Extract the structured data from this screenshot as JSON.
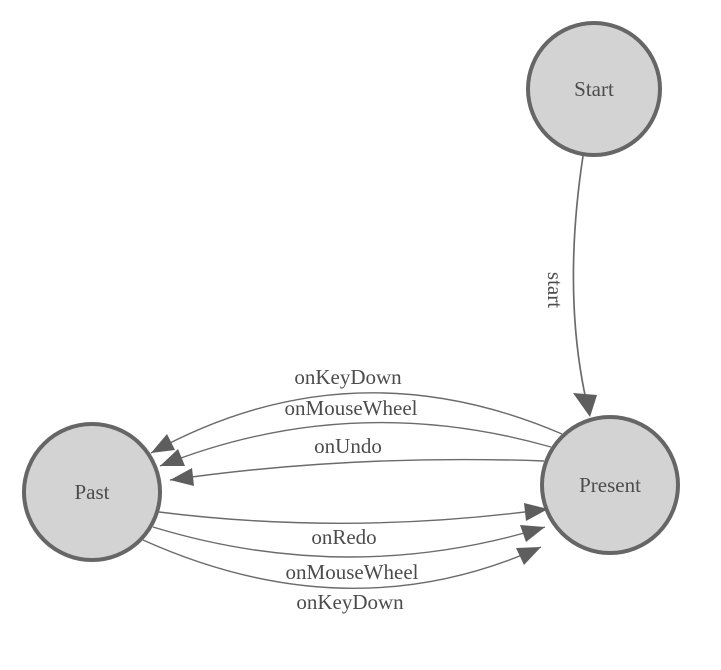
{
  "diagram": {
    "type": "finite-state-machine",
    "nodes": [
      {
        "id": "start",
        "label": "Start"
      },
      {
        "id": "present",
        "label": "Present"
      },
      {
        "id": "past",
        "label": "Past"
      }
    ],
    "edges": [
      {
        "from": "start",
        "to": "present",
        "label": "start"
      },
      {
        "from": "present",
        "to": "past",
        "label": "onKeyDown"
      },
      {
        "from": "present",
        "to": "past",
        "label": "onMouseWheel"
      },
      {
        "from": "present",
        "to": "past",
        "label": "onUndo"
      },
      {
        "from": "past",
        "to": "present",
        "label": "onRedo"
      },
      {
        "from": "past",
        "to": "present",
        "label": "onMouseWheel"
      },
      {
        "from": "past",
        "to": "present",
        "label": "onKeyDown"
      }
    ],
    "colors": {
      "background": "#ffffff",
      "node_fill": "#d3d3d3",
      "node_stroke": "#666666",
      "edge_stroke": "#6b6b6b",
      "arrow_fill": "#5e5e5e",
      "label_text": "#4c4c4c"
    }
  }
}
